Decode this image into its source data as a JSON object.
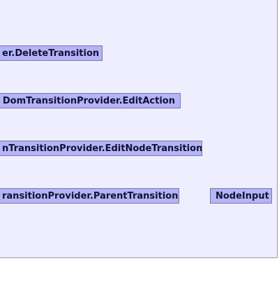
{
  "nodes": [
    {
      "label": "er.DeleteTransition"
    },
    {
      "label": "DomTransitionProvider.EditAction"
    },
    {
      "label": "nTransitionProvider.EditNodeTransition"
    },
    {
      "label": "ransitionProvider.ParentTransition"
    },
    {
      "label": "NodeInput"
    }
  ],
  "colors": {
    "canvas_background": "#eeeeff",
    "node_fill": "#b4b4f8",
    "node_border": "#7777a6",
    "node_text": "#111133"
  }
}
